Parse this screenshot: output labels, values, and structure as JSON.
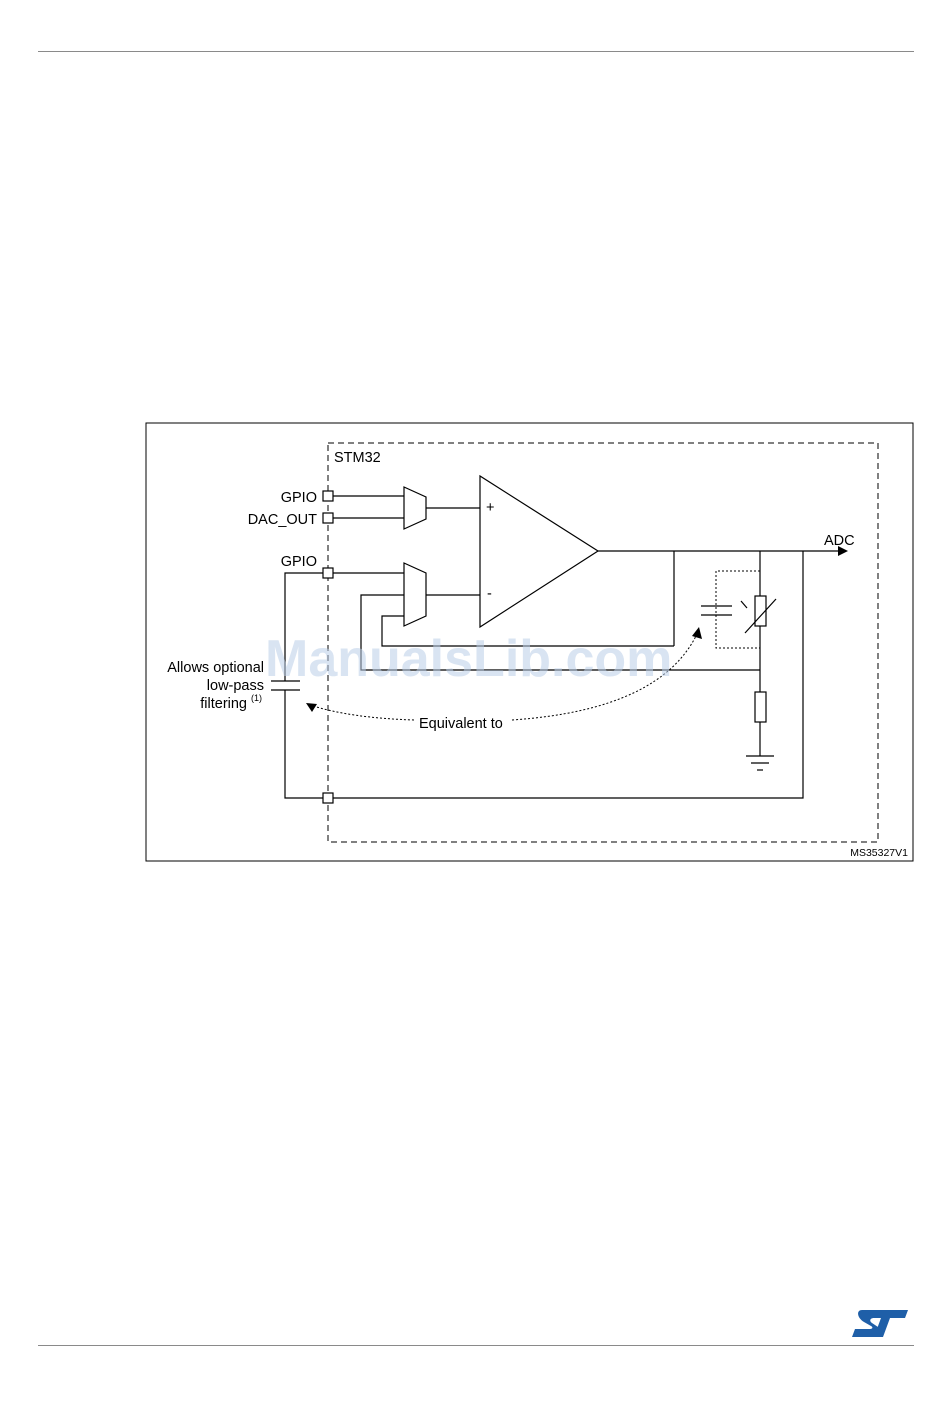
{
  "diagram": {
    "stm32_label": "STM32",
    "pins": {
      "gpio_plus": "GPIO",
      "dac_out": "DAC_OUT",
      "gpio_minus": "GPIO"
    },
    "comparator": {
      "plus_sign": "+",
      "minus_sign": "-"
    },
    "output_label": "ADC",
    "note": {
      "line1": "Allows optional",
      "line2": "low-pass",
      "line3": "filtering",
      "footnote": "(1)"
    },
    "equivalent_label": "Equivalent to",
    "figure_id": "MS35327V1"
  },
  "watermark": "ManualsLib.com",
  "logo": {
    "name": "st-logo",
    "color": "#1f5fa8"
  }
}
